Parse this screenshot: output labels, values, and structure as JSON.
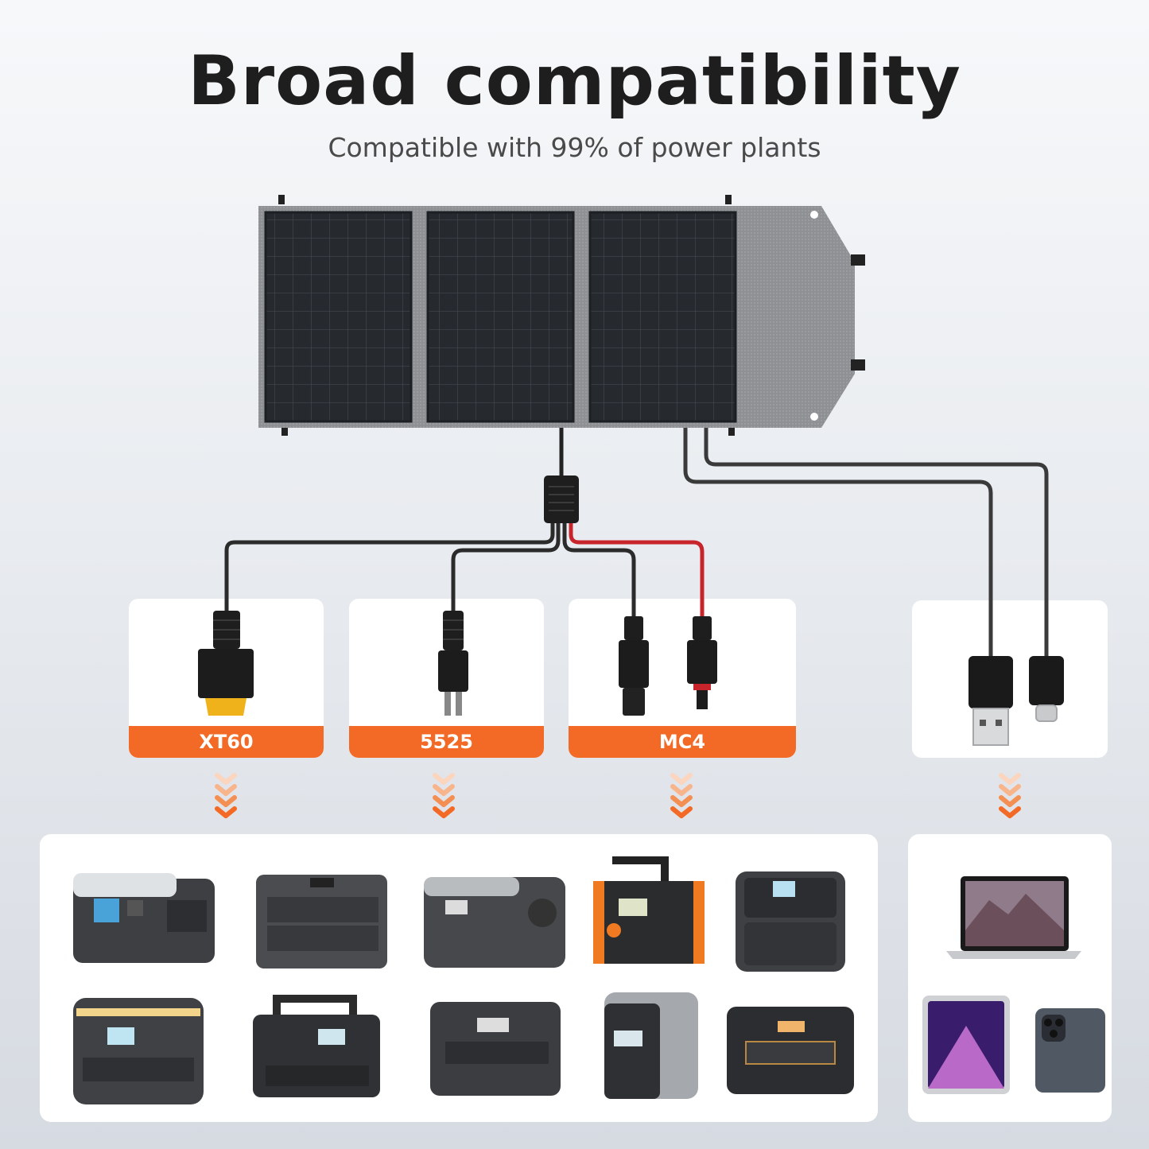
{
  "heading": {
    "title": "Broad compatibility",
    "subtitle": "Compatible with 99% of power plants"
  },
  "connectors": [
    {
      "label": "XT60"
    },
    {
      "label": "5525"
    },
    {
      "label": "MC4"
    }
  ],
  "colors": {
    "accent": "#f26a25",
    "panel_fabric": "#8e9093",
    "cell": "#2a2e33",
    "card": "#ffffff"
  },
  "icons": {
    "arrows": "chevron-down-triple",
    "usb": [
      "usb-a-icon",
      "usb-c-icon"
    ]
  }
}
